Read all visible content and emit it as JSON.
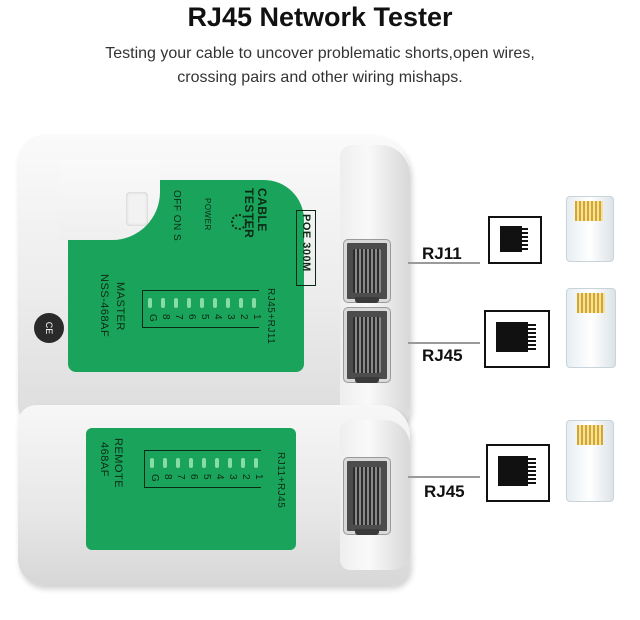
{
  "header": {
    "title": "RJ45 Network Tester",
    "subtitle_line1": "Testing your cable to uncover problematic shorts,open wires,",
    "subtitle_line2": "crossing pairs and other wiring mishaps."
  },
  "master_unit": {
    "poe_label": "POE 300M",
    "cable_tester": "CABLE TESTER",
    "power": "POWER",
    "off_on_s": "OFF ON S",
    "master": "MASTER",
    "model": "NSS-468AF",
    "ports_label": "RJ45+RJ11",
    "led_numbers": [
      "1",
      "2",
      "3",
      "4",
      "5",
      "6",
      "7",
      "8",
      "G"
    ],
    "ce_mark": "CE"
  },
  "remote_unit": {
    "remote": "REMOTE",
    "model": "468AF",
    "ports_label": "RJ11+RJ45",
    "led_numbers": [
      "1",
      "2",
      "3",
      "4",
      "5",
      "6",
      "7",
      "8",
      "G"
    ]
  },
  "connectors": [
    {
      "label": "RJ11",
      "icon": "rj11-pinout-icon"
    },
    {
      "label": "RJ45",
      "icon": "rj45-pinout-icon"
    },
    {
      "label": "RJ45",
      "icon": "rj45-pinout-icon"
    }
  ],
  "colors": {
    "panel_green": "#1aa35a",
    "body_white": "#f2f2f2",
    "pin_gold": "#d4a72c"
  }
}
